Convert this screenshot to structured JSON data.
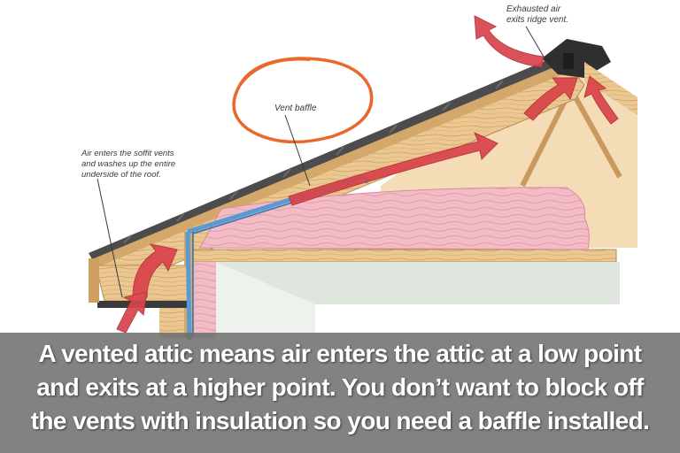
{
  "diagram": {
    "labels": {
      "ridge_line1": "Exhausted air",
      "ridge_line2": "exits ridge vent.",
      "baffle": "Vent baffle",
      "soffit_line1": "Air enters the soffit vents",
      "soffit_line2": "and washes up the entire",
      "soffit_line3": "underside of the roof."
    },
    "colors": {
      "airflow_arrow": "#d9434a",
      "insulation": "#f2bcc6",
      "baffle": "#5a9ad4",
      "highlight_circle": "#e8692b",
      "ceiling": "#dfe6de",
      "wood": "#e9c48f",
      "shingles": "#4c4c4c"
    }
  },
  "caption": {
    "line1": "A vented attic means air enters the attic at a low point",
    "line2": "and exits at a higher point. You don’t want to block off",
    "line3": "the vents with insulation so you need a baffle installed."
  }
}
